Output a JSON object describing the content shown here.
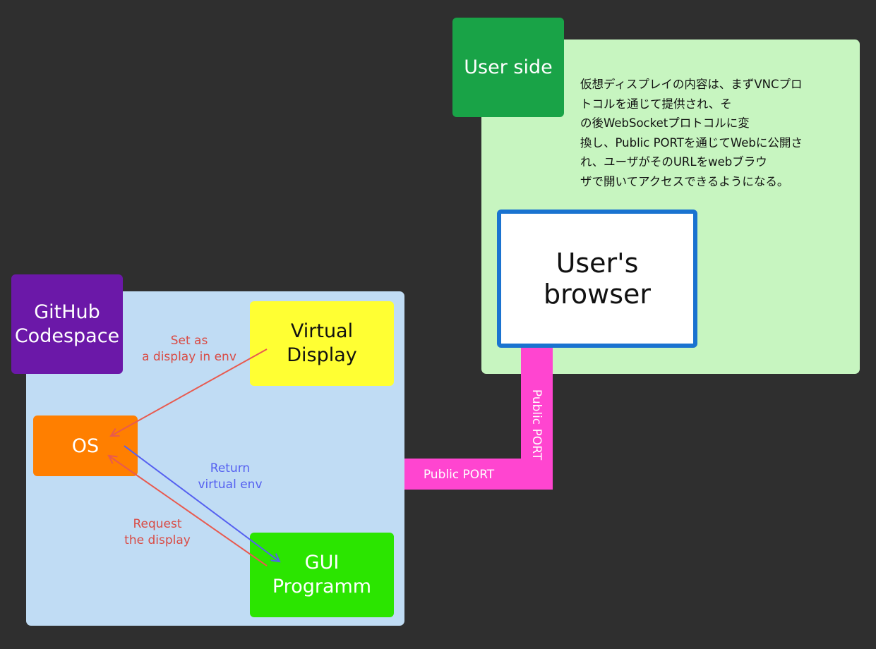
{
  "user_side": {
    "title": "User side",
    "description_lines": [
      "仮想ディスプレイの内容は、まずVNCプロ",
      "トコルを通じて提供され、そ",
      "の後WebSocketプロトコルに変",
      "換し、Public PORTを通じてWebに公開さ",
      "れ、ユーザがそのURLをwebブラウ",
      "ザで開いてアクセスできるようになる。"
    ],
    "browser_line1": "User's",
    "browser_line2": "browser"
  },
  "codespace": {
    "title_line1": "GitHub",
    "title_line2": "Codespace",
    "virtual_display_line1": "Virtual",
    "virtual_display_line2": "Display",
    "os_label": "OS",
    "gui_line1": "GUI",
    "gui_line2": "Programm"
  },
  "edges": {
    "set_as_display": "Set as\na display in env",
    "return_env": "Return\nvirtual env",
    "request_display": "Request\nthe display"
  },
  "port": {
    "horizontal_label": "Public PORT",
    "vertical_label": "Public PORT"
  },
  "colors": {
    "background": "#2f2f2f",
    "user_side_panel": "#c7f5c0",
    "user_side_tag": "#19a347",
    "codespace_panel": "#c0dcf4",
    "codespace_tag": "#6b18a8",
    "virtual_display": "#ffff33",
    "os": "#ff7f00",
    "gui": "#2be500",
    "port": "#ff45d0",
    "browser_border": "#1a73d0",
    "red_arrow": "#e85a4f",
    "blue_arrow": "#5560f0"
  }
}
